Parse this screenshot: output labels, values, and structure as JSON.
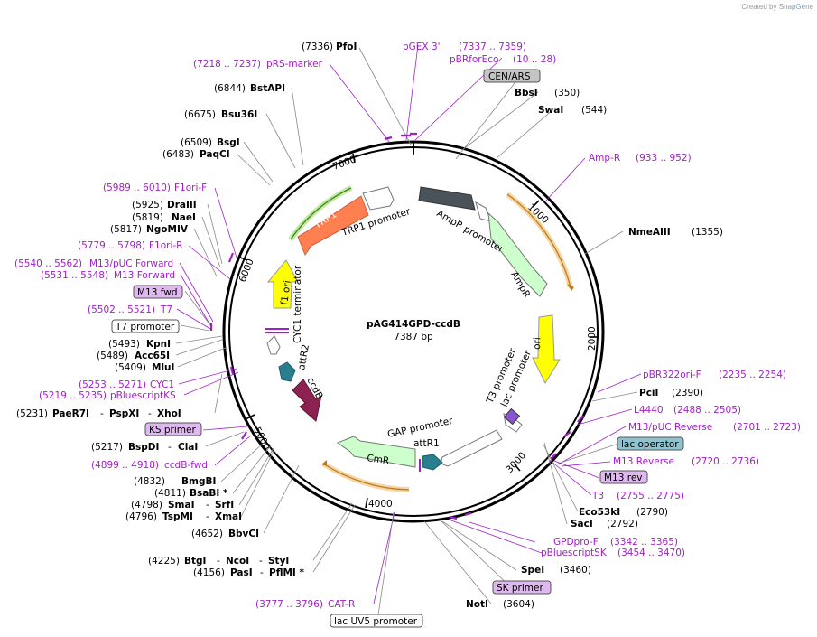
{
  "credit": {
    "prefix": "Created by",
    "brand": "SnapGene"
  },
  "plasmid": {
    "name": "pAG414GPD-ccdB",
    "length": "7387 bp"
  },
  "ticks": [
    "1000",
    "2000",
    "3000",
    "4000",
    "5000",
    "6000",
    "7000"
  ],
  "colors": {
    "primer": "#a020c8",
    "enzyme": "#000000",
    "ring": "#000000",
    "ori": "#ffff00",
    "ampr": "#ccffcc",
    "cmr": "#ccffcc",
    "trp1": "#ff7f50",
    "ccdb": "#8b2252",
    "attr": "#2a7f8f",
    "cen": "#4a525a",
    "mtag": "#e0b8f0",
    "lacop": "#8fc3cf"
  },
  "labels": {
    "pfoI": {
      "pos": "(7336)",
      "name": "PfoI"
    },
    "pGEX": {
      "name": "pGEX 3'",
      "range": "(7337 .. 7359)"
    },
    "pBRforEco": {
      "name": "pBRforEco",
      "range": "(10 .. 28)"
    },
    "pRS": {
      "range": "(7218 .. 7237)",
      "name": "pRS-marker"
    },
    "cenars": "CEN/ARS",
    "bbsI": {
      "name": "BbsI",
      "pos": "(350)"
    },
    "swaI": {
      "name": "SwaI",
      "pos": "(544)"
    },
    "bstAPI": {
      "pos": "(6844)",
      "name": "BstAPI"
    },
    "bsu36I": {
      "pos": "(6675)",
      "name": "Bsu36I"
    },
    "bsgI": {
      "pos": "(6509)",
      "name": "BsgI"
    },
    "paqCI": {
      "pos": "(6483)",
      "name": "PaqCI"
    },
    "ampR": {
      "name": "Amp-R",
      "range": "(933 .. 952)"
    },
    "f1oriF": {
      "range": "(5989 .. 6010)",
      "name": "F1ori-F"
    },
    "draIII": {
      "pos": "(5925)",
      "name": "DraIII"
    },
    "naeI": {
      "pos": "(5819)",
      "name": "NaeI"
    },
    "ngoMIV": {
      "pos": "(5817)",
      "name": "NgoMIV"
    },
    "nmeAIII": {
      "name": "NmeAIII",
      "pos": "(1355)"
    },
    "f1oriR": {
      "range": "(5779 .. 5798)",
      "name": "F1ori-R"
    },
    "m13pucF": {
      "range": "(5540 .. 5562)",
      "name": "M13/pUC Forward"
    },
    "m13F": {
      "range": "(5531 .. 5548)",
      "name": "M13 Forward"
    },
    "m13fwd": "M13 fwd",
    "t7": {
      "range": "(5502 .. 5521)",
      "name": "T7"
    },
    "t7prom": "T7 promoter",
    "kpnI": {
      "pos": "(5493)",
      "name": "KpnI"
    },
    "acc65I": {
      "pos": "(5489)",
      "name": "Acc65I"
    },
    "mluI": {
      "pos": "(5409)",
      "name": "MluI"
    },
    "pbr322": {
      "name": "pBR322ori-F",
      "range": "(2235 .. 2254)"
    },
    "pciI": {
      "name": "PciI",
      "pos": "(2390)"
    },
    "cyc1": {
      "range": "(5253 .. 5271)",
      "name": "CYC1"
    },
    "pbsKS": {
      "range": "(5219 .. 5235)",
      "name": "pBluescriptKS"
    },
    "l4440": {
      "name": "L4440",
      "range": "(2488 .. 2505)"
    },
    "paeR7I": {
      "pos": "(5231)",
      "name": "PaeR7I",
      "sep": "-",
      "name2": "PspXI",
      "name3": "XhoI"
    },
    "m13pucR": {
      "name": "M13/pUC Reverse",
      "range": "(2701 .. 2723)"
    },
    "ksprimer": "KS primer",
    "lacop": "lac operator",
    "bspDI": {
      "pos": "(5217)",
      "name": "BspDI",
      "name2": "ClaI"
    },
    "m13rev": {
      "name": "M13 Reverse",
      "range": "(2720 .. 2736)"
    },
    "ccdbfwd": {
      "range": "(4899 .. 4918)",
      "name": "ccdB-fwd"
    },
    "m13revbox": "M13 rev",
    "t3": {
      "name": "T3",
      "range": "(2755 .. 2775)"
    },
    "bmgBI": {
      "pos": "(4832)",
      "name": "BmgBI"
    },
    "bsaBI": {
      "pos": "(4811)",
      "name": "BsaBI *"
    },
    "smaI": {
      "pos": "(4798)",
      "name": "SmaI",
      "name2": "SrfI"
    },
    "tspMI": {
      "pos": "(4796)",
      "name": "TspMI",
      "name2": "XmaI"
    },
    "eco53kI": {
      "name": "Eco53kI",
      "pos": "(2790)"
    },
    "sacI": {
      "name": "SacI",
      "pos": "(2792)"
    },
    "bbvCI": {
      "pos": "(4652)",
      "name": "BbvCI"
    },
    "gpdpro": {
      "name": "GPDpro-F",
      "range": "(3342 .. 3365)"
    },
    "pbsSK": {
      "name": "pBluescriptSK",
      "range": "(3454 .. 3470)"
    },
    "btgI": {
      "pos": "(4225)",
      "name": "BtgI",
      "name2": "NcoI",
      "name3": "StyI"
    },
    "pasI": {
      "pos": "(4156)",
      "name": "PasI",
      "name2": "PflMI *"
    },
    "speI": {
      "name": "SpeI",
      "pos": "(3460)"
    },
    "skprimer": "SK primer",
    "catR": {
      "range": "(3777 .. 3796)",
      "name": "CAT-R"
    },
    "notI": {
      "name": "NotI",
      "pos": "(3604)"
    },
    "lacuv5": "lac UV5 promoter"
  },
  "features": {
    "trp1": "TRP1",
    "trp1prom": "TRP1 promoter",
    "amprprom": "AmpR promoter",
    "ampr": "AmpR",
    "ori": "ori",
    "f1ori": "f1 ori",
    "cyc1term": "CYC1 terminator",
    "attr2": "attR2",
    "ccdb": "ccdB",
    "t3prom": "T3 promoter",
    "lacprom": "lac promoter",
    "gapprom": "GAP promoter",
    "attr1": "attR1",
    "cmr": "CmR"
  }
}
